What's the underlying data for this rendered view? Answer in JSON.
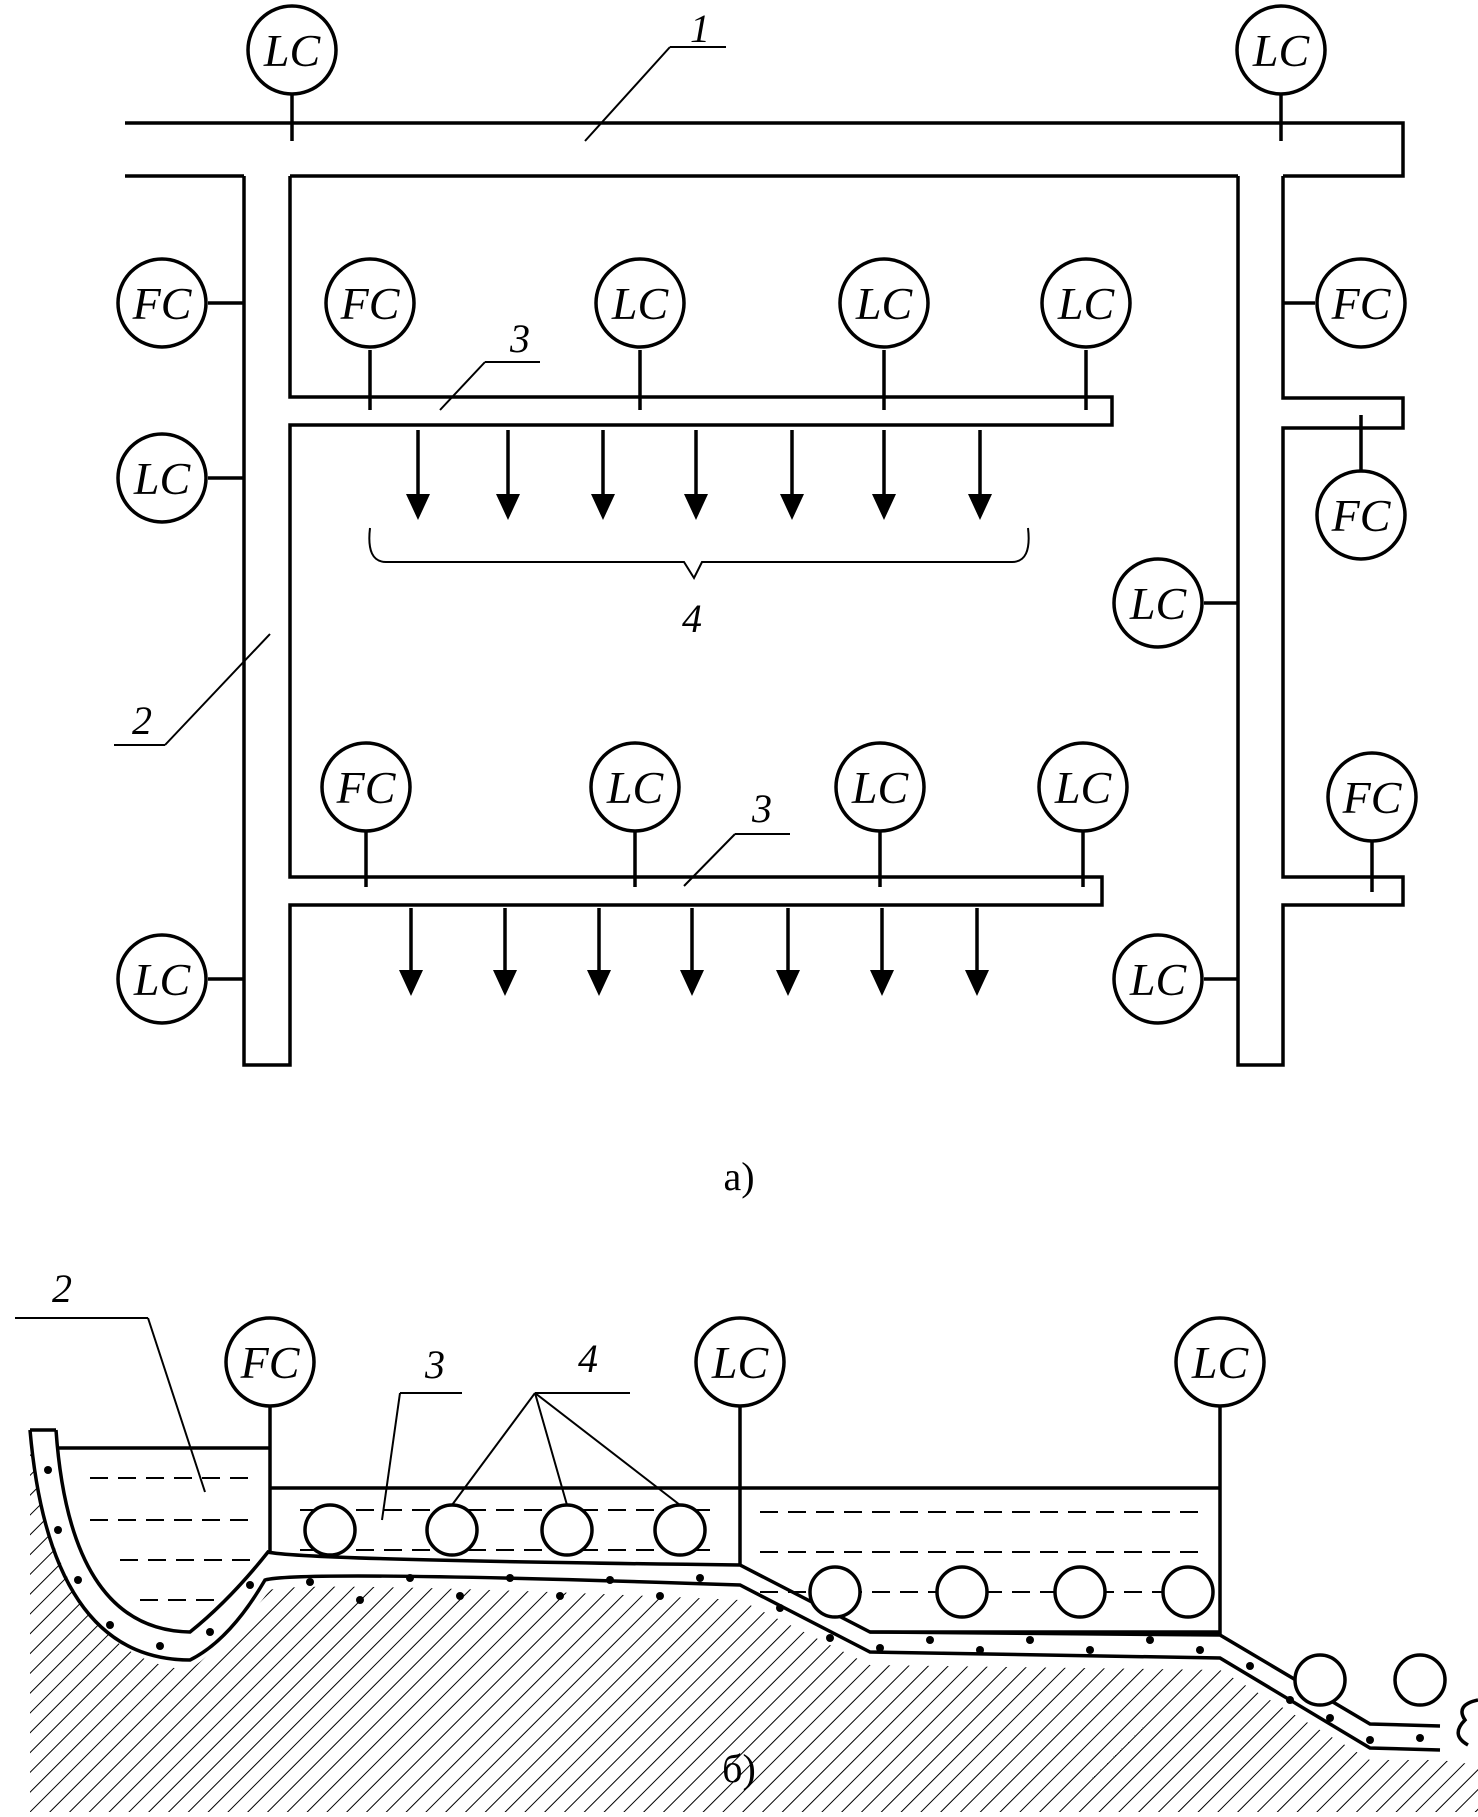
{
  "instrument_labels": {
    "level_control": "LC",
    "flow_control": "FC"
  },
  "callouts": {
    "main_channel": "1",
    "distribution_channel": "2",
    "furrow_pipe": "3",
    "outlets": "4"
  },
  "captions": {
    "plan": "а)",
    "section": "б)"
  },
  "colors": {
    "line": "#000000",
    "background": "#ffffff"
  }
}
